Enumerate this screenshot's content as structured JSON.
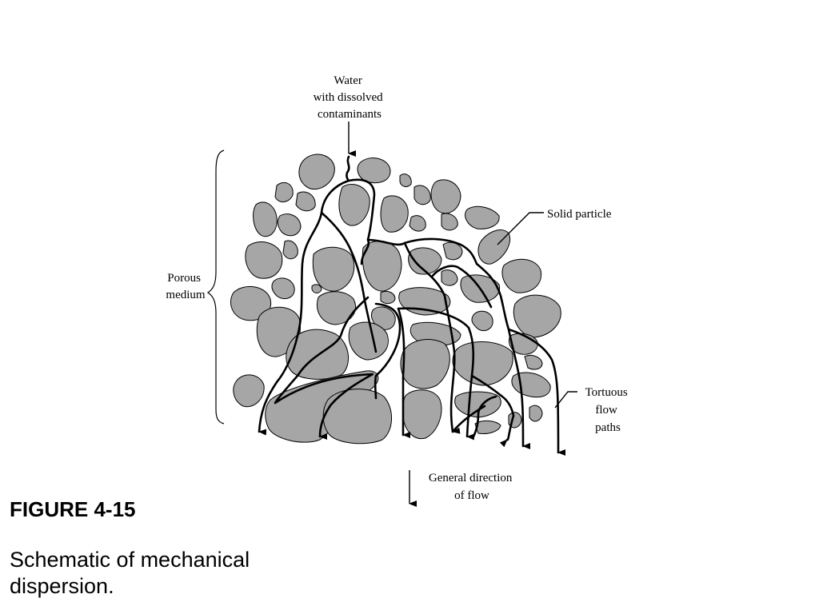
{
  "labels": {
    "water": [
      "Water",
      "with dissolved",
      "contaminants"
    ],
    "solid_particle": "Solid particle",
    "porous_medium": [
      "Porous",
      "medium"
    ],
    "tortuous": [
      "Tortuous",
      "flow",
      "paths"
    ],
    "general_direction": [
      "General direction",
      "of flow"
    ]
  },
  "caption": {
    "title": "FIGURE 4-15",
    "text": "Schematic of mechanical dispersion."
  },
  "colors": {
    "particle_fill": "#a6a6a6",
    "outline": "#000000",
    "background": "#ffffff"
  }
}
